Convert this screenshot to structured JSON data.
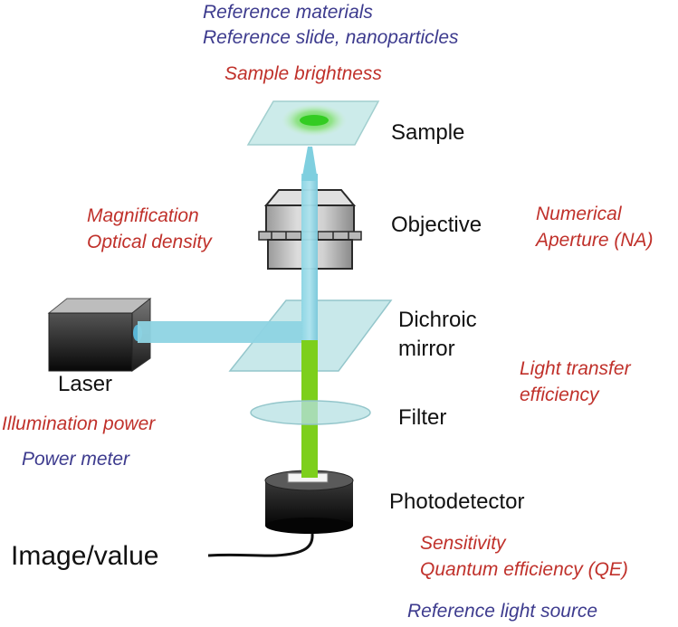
{
  "colors": {
    "red_text": "#c0312b",
    "blue_text": "#3d3b8e",
    "excitation_beam": "#7fcfdf",
    "emission_beam": "#7dcf1c",
    "glass": "#b6e0e3"
  },
  "top": {
    "reference_materials": "Reference materials",
    "reference_slide": "Reference slide, nanoparticles",
    "sample_brightness": "Sample brightness"
  },
  "components": {
    "sample": "Sample",
    "objective": "Objective",
    "dichroic_line1": "Dichroic",
    "dichroic_line2": "mirror",
    "laser": "Laser",
    "filter": "Filter",
    "photodetector": "Photodetector",
    "image_value": "Image/value"
  },
  "properties": {
    "magnification": "Magnification",
    "optical_density": "Optical density",
    "numerical_line1": "Numerical",
    "numerical_line2": "Aperture (NA)",
    "light_transfer_line1": "Light transfer",
    "light_transfer_line2": "efficiency",
    "illumination_power": "Illumination power",
    "sensitivity": "Sensitivity",
    "quantum_efficiency": "Quantum efficiency (QE)"
  },
  "tools": {
    "power_meter": "Power meter",
    "reference_light_source": "Reference light source"
  }
}
